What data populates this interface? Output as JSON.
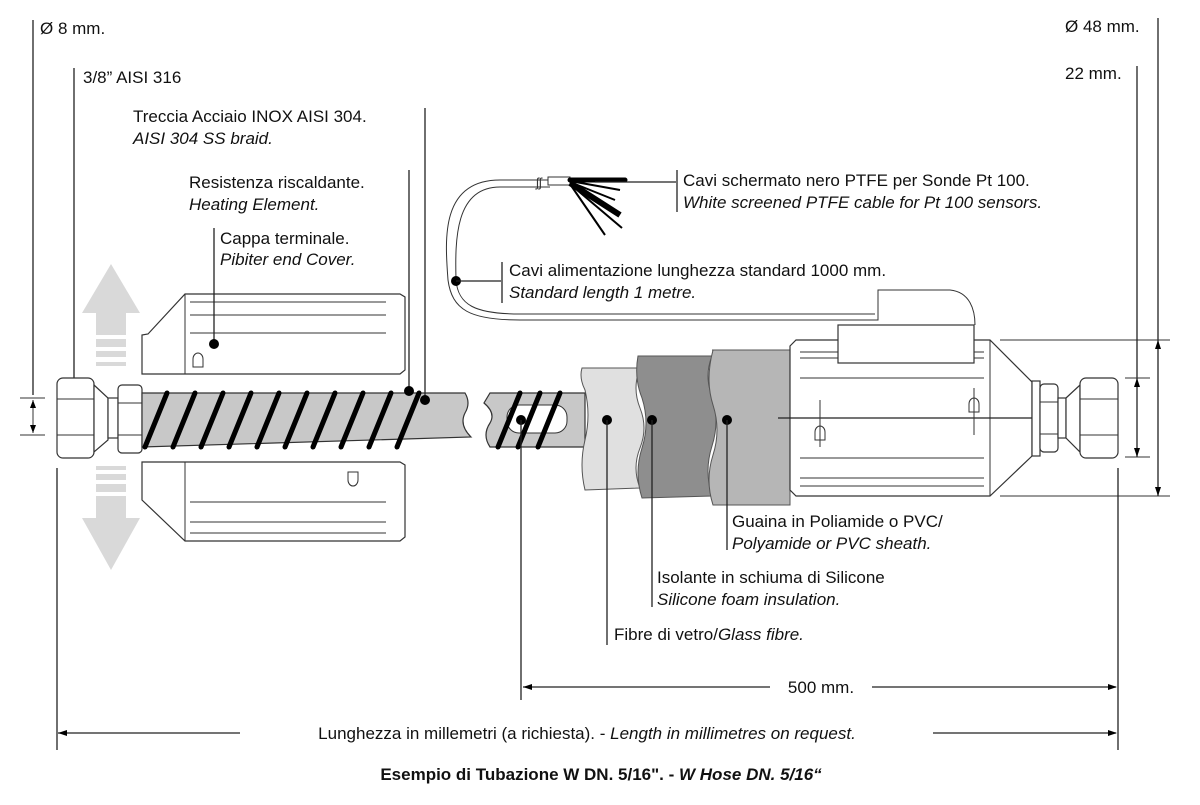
{
  "title": {
    "it": "Esempio di Tubazione W DN. 5/16\". -",
    "en": "W Hose DN. 5/16“"
  },
  "dimensions": {
    "diameter_small": "Ø 8 mm.",
    "diameter_large": "Ø 48 mm.",
    "inner_22": "22 mm.",
    "length_500": "500 mm.",
    "length_total_it": "Lunghezza in millemetri (a richiesta). -",
    "length_total_en": "Length in millimetres on request."
  },
  "labels": {
    "fitting": "3/8” AISI 316",
    "braid_it": "Treccia Acciaio INOX AISI 304.",
    "braid_en": "AISI 304 SS braid.",
    "heater_it": "Resistenza riscaldante.",
    "heater_en": "Heating Element.",
    "cover_it": "Cappa terminale.",
    "cover_en": "Pibiter end Cover.",
    "sensor_it": "Cavi schermato nero PTFE per Sonde Pt 100.",
    "sensor_en": "White screened PTFE cable for Pt 100 sensors.",
    "power_it": "Cavi alimentazione lunghezza standard 1000 mm.",
    "power_en": "Standard length 1 metre.",
    "sheath_it": "Guaina in Poliamide o PVC/",
    "sheath_en": "Polyamide or PVC sheath.",
    "foam_it": "Isolante in schiuma di Silicone",
    "foam_en": "Silicone foam insulation.",
    "glass_it": "Fibre di vetro/",
    "glass_en": "Glass fibre."
  },
  "colors": {
    "hose": "#c8c8c8",
    "glass_fibre": "#e0e0e0",
    "foam": "#8e8e8e",
    "sheath": "#b6b6b6",
    "arrow": "#d9d9d9"
  }
}
